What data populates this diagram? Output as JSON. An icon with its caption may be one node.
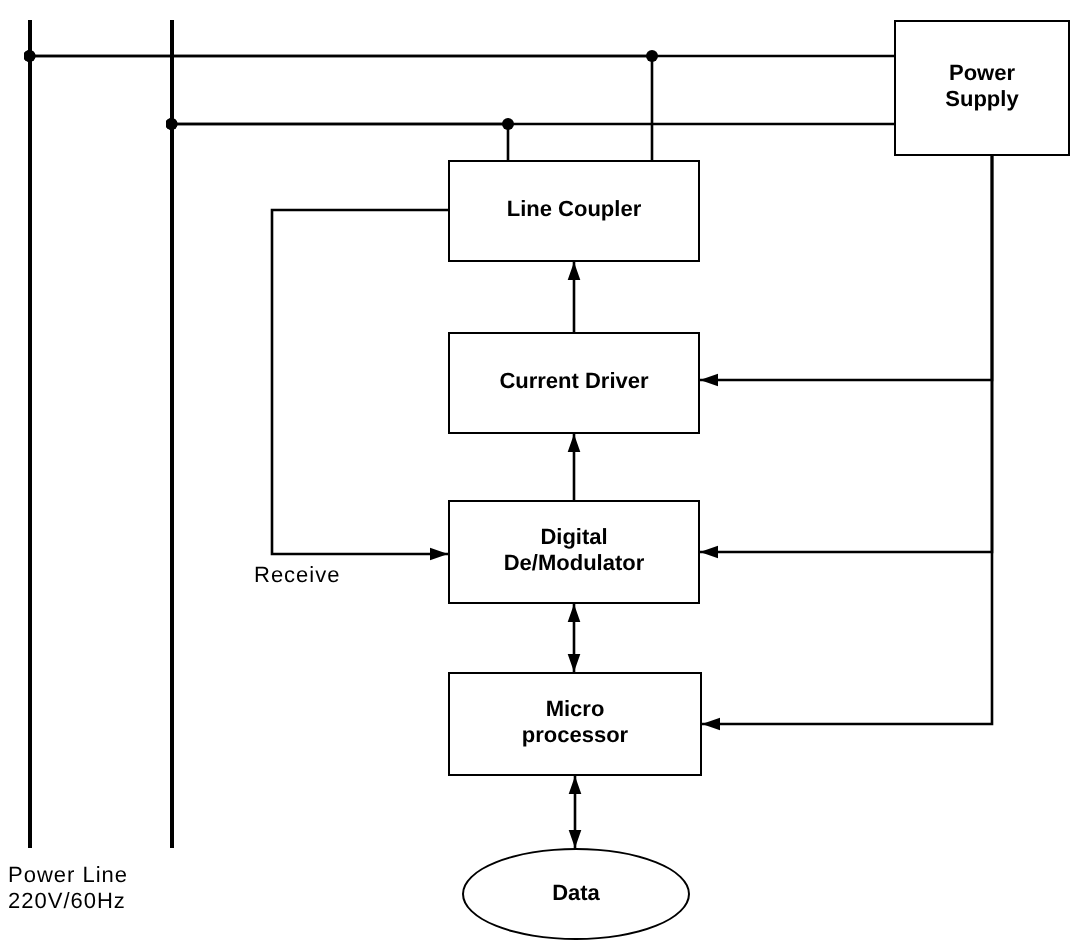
{
  "diagram": {
    "nodes": [
      {
        "text": [
          "Power Supply"
        ]
      },
      {
        "text": [
          "Line Coupler"
        ]
      },
      {
        "text": [
          "Current Driver"
        ]
      },
      {
        "text": [
          "Digital De/Modulator"
        ]
      },
      {
        "text": [
          "Micro processor"
        ]
      },
      {
        "text": [
          "Data"
        ]
      },
      {
        "text": [],
        "shape": "bar"
      },
      {
        "text": [],
        "shape": "bar"
      }
    ],
    "edges": [
      {
        "from": 0,
        "to": 6,
        "arrow": "other"
      },
      {
        "from": 0,
        "to": 7,
        "arrow": "other"
      },
      {
        "from": 1,
        "to": 6,
        "arrow": "other"
      },
      {
        "from": 1,
        "to": 7,
        "arrow": "other"
      },
      {
        "from": 2,
        "to": 1,
        "arrow": "to"
      },
      {
        "from": 1,
        "to": 3,
        "arrow": "to",
        "label": "Receive"
      },
      {
        "from": 3,
        "to": 2,
        "arrow": "to"
      },
      {
        "from": 3,
        "to": 4,
        "arrow": "both"
      },
      {
        "from": 4,
        "to": 5,
        "arrow": "both"
      },
      {
        "from": 0,
        "to": 2,
        "arrow": "to"
      },
      {
        "from": 0,
        "to": 3,
        "arrow": "to"
      },
      {
        "from": 0,
        "to": 4,
        "arrow": "to"
      }
    ],
    "labels": [
      "Power Line 220V/60Hz"
    ]
  }
}
